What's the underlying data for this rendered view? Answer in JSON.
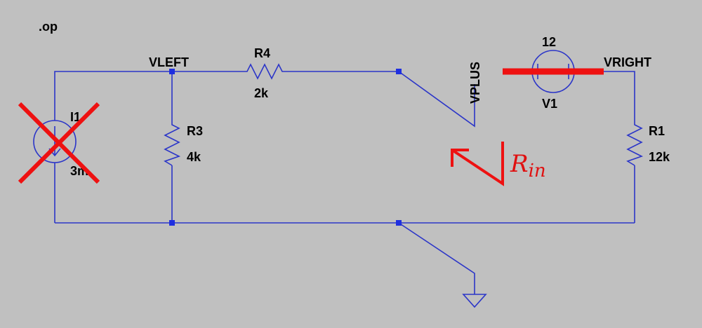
{
  "directive": ".op",
  "nets": {
    "vleft": "VLEFT",
    "vplus": "VPLUS",
    "vright": "VRIGHT"
  },
  "components": {
    "i1": {
      "name": "I1",
      "value": "3m"
    },
    "r3": {
      "name": "R3",
      "value": "4k"
    },
    "r4": {
      "name": "R4",
      "value": "2k"
    },
    "v1": {
      "name": "V1",
      "value": "12"
    },
    "r1": {
      "name": "R1",
      "value": "12k"
    }
  },
  "annotation": {
    "rin_base": "R",
    "rin_sub": "in"
  },
  "colors": {
    "wire": "#2b35c8",
    "node": "#1f2fe0",
    "annotation": "#ee1111",
    "background": "#c0c0c0"
  }
}
